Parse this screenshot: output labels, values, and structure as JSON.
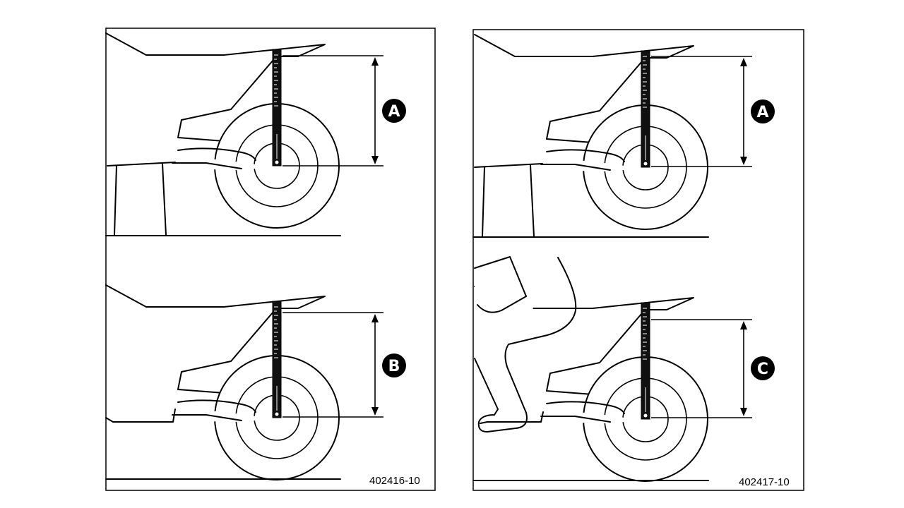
{
  "figures": [
    {
      "code": "402416-10",
      "panels": [
        {
          "label": "A"
        },
        {
          "label": "B"
        }
      ]
    },
    {
      "code": "402417-10",
      "panels": [
        {
          "label": "A"
        },
        {
          "label": "C"
        }
      ]
    }
  ],
  "colors": {
    "line": "#000000",
    "background": "#ffffff"
  }
}
